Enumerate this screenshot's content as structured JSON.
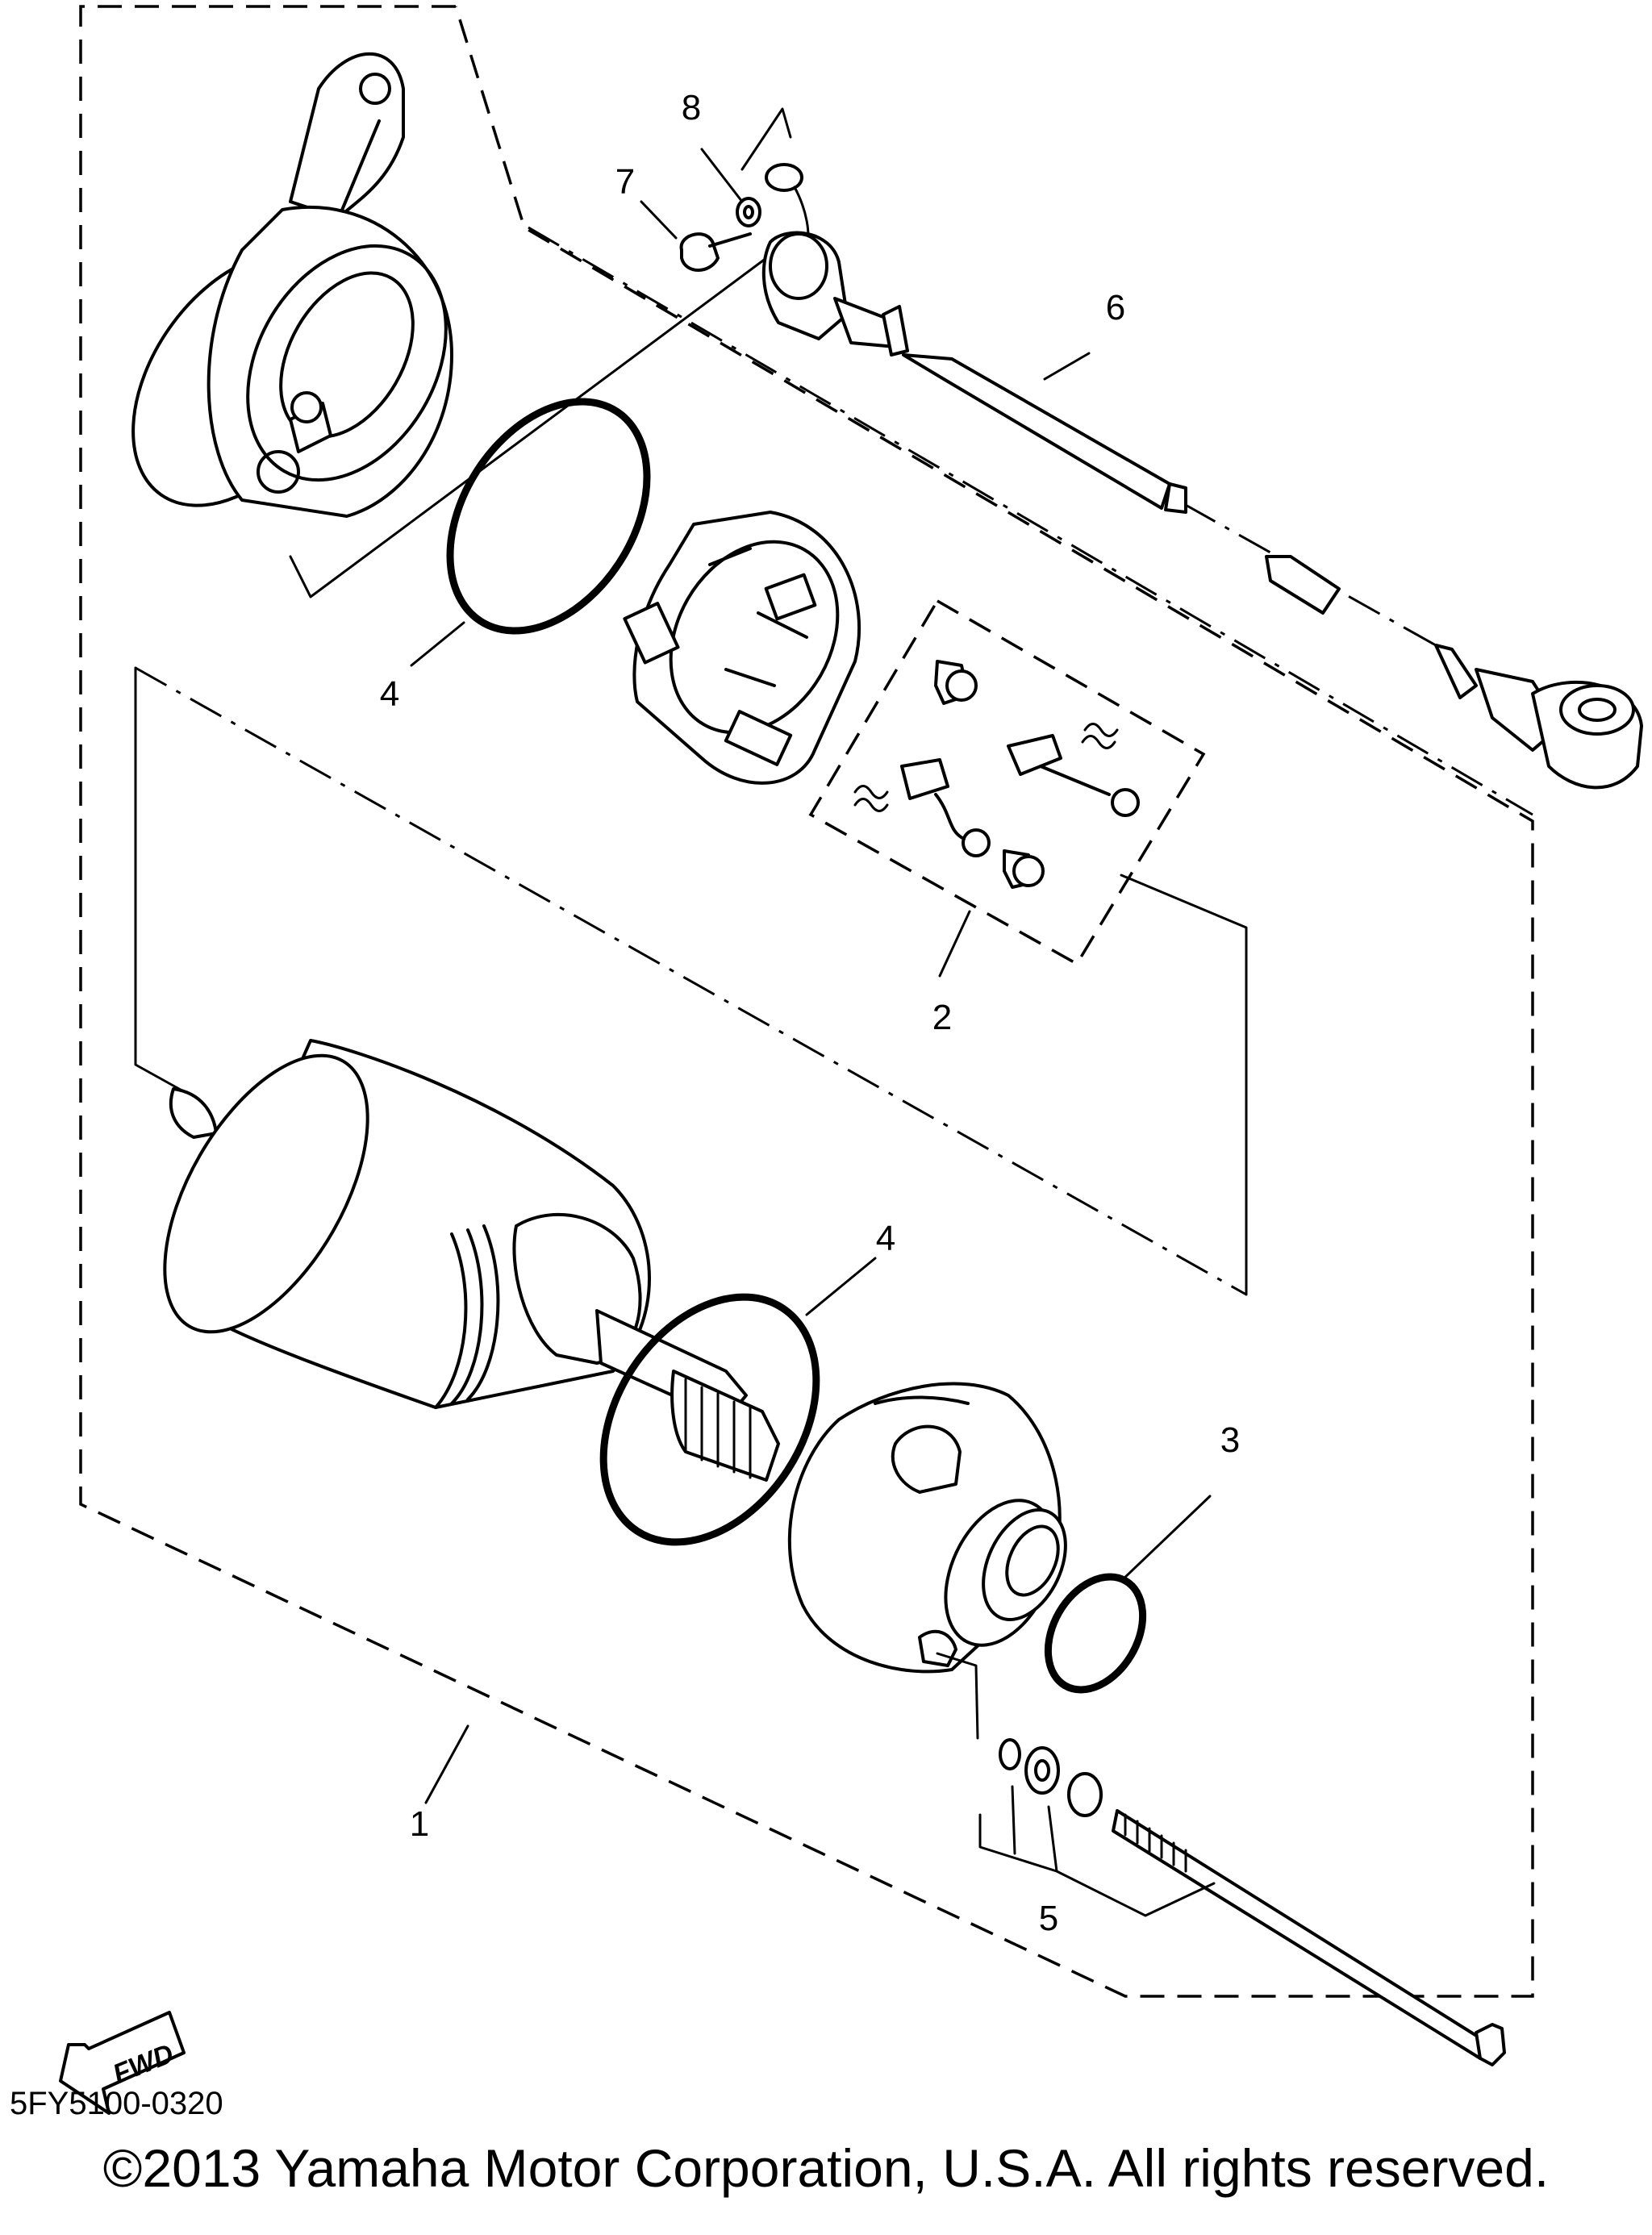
{
  "callouts": [
    {
      "id": "1",
      "text": "1"
    },
    {
      "id": "2",
      "text": "2"
    },
    {
      "id": "3",
      "text": "3"
    },
    {
      "id": "4a",
      "text": "4"
    },
    {
      "id": "4b",
      "text": "4"
    },
    {
      "id": "5",
      "text": "5"
    },
    {
      "id": "6",
      "text": "6"
    },
    {
      "id": "7",
      "text": "7"
    },
    {
      "id": "8",
      "text": "8"
    }
  ],
  "fwd_label": "FWD",
  "diagram_code": "5FY5100-0320",
  "copyright": "©2013 Yamaha Motor Corporation, U.S.A. All rights reserved."
}
